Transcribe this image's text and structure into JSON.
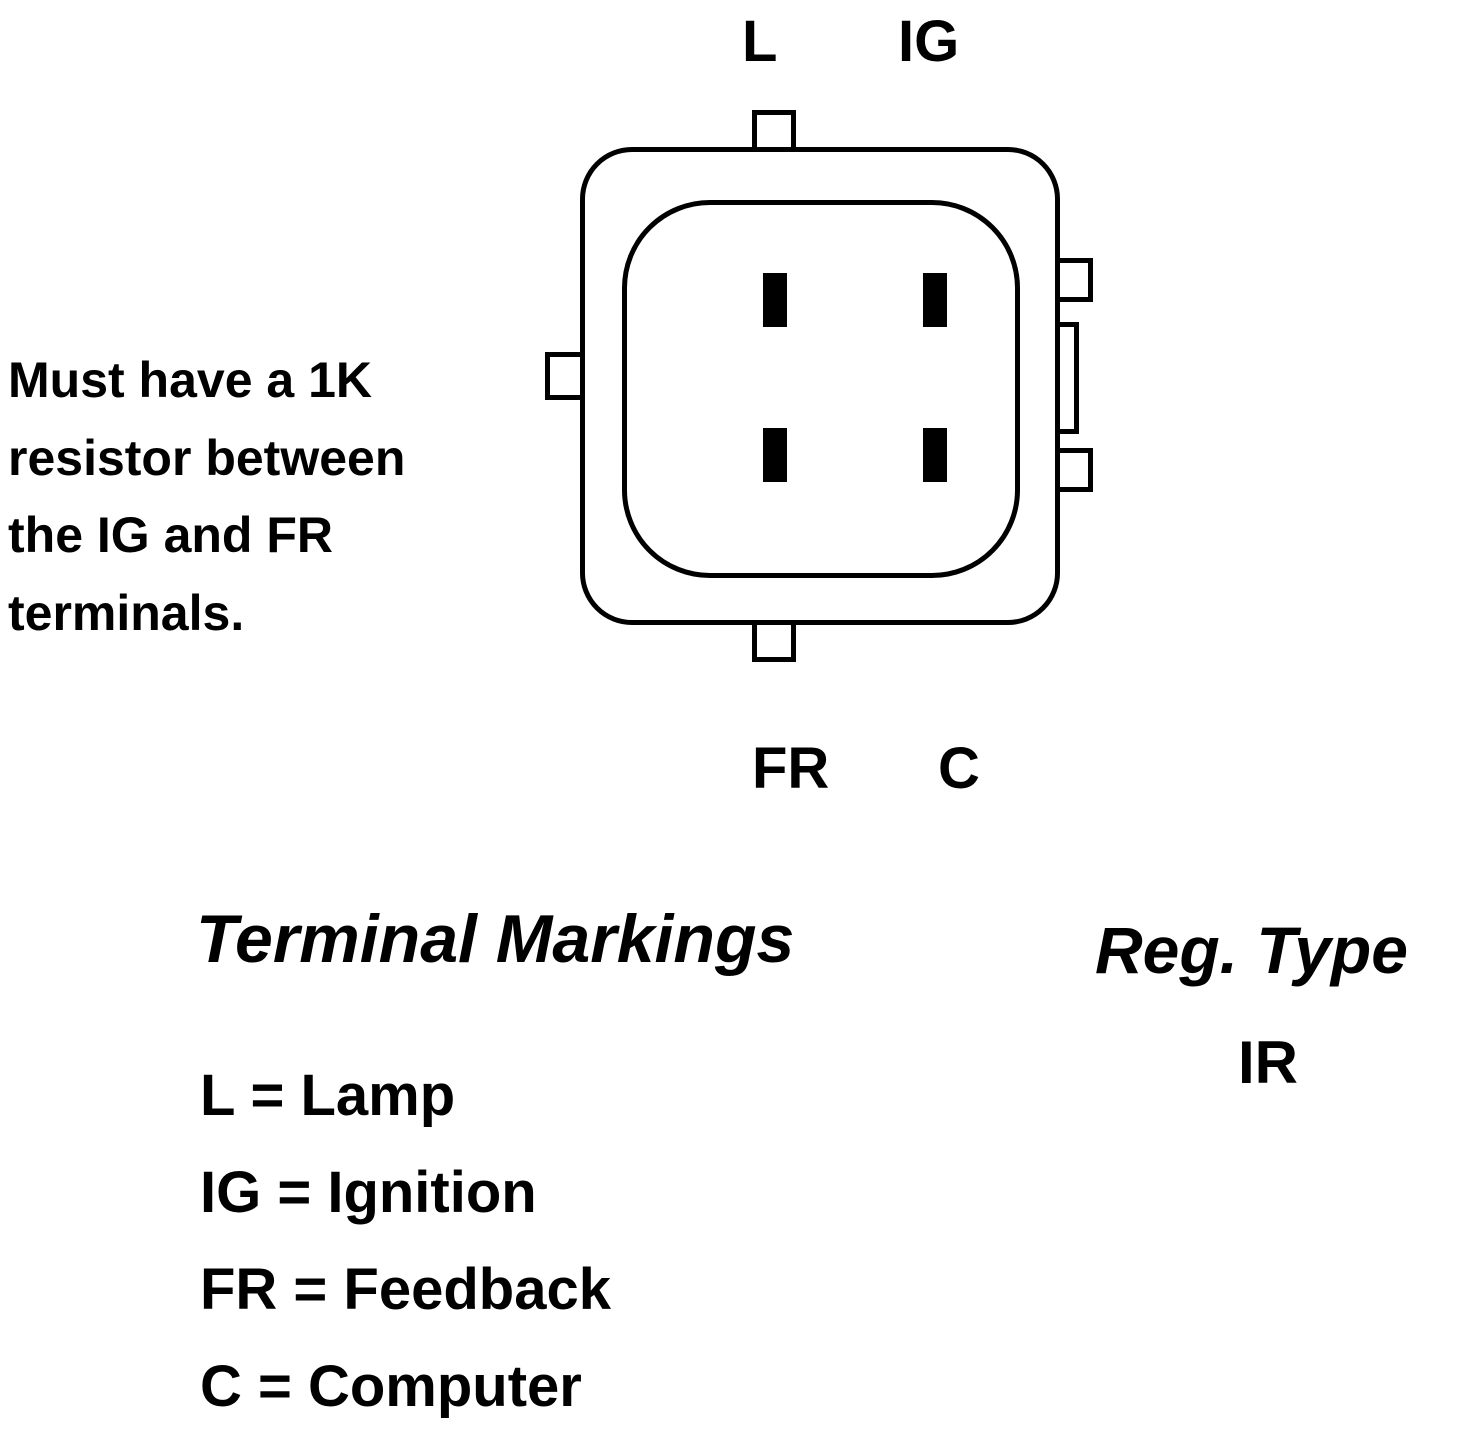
{
  "diagram": {
    "note": "Must have a 1K resistor between the IG and FR terminals.",
    "pins": {
      "top_left": "L",
      "top_right": "IG",
      "bottom_left": "FR",
      "bottom_right": "C"
    }
  },
  "legend": {
    "title": "Terminal Markings",
    "items": [
      "L = Lamp",
      "IG = Ignition",
      "FR = Feedback",
      "C = Computer"
    ]
  },
  "regulator": {
    "title": "Reg. Type",
    "value": "IR"
  },
  "colors": {
    "line": "#000000",
    "background": "#ffffff",
    "pin_fill": "#000000"
  }
}
